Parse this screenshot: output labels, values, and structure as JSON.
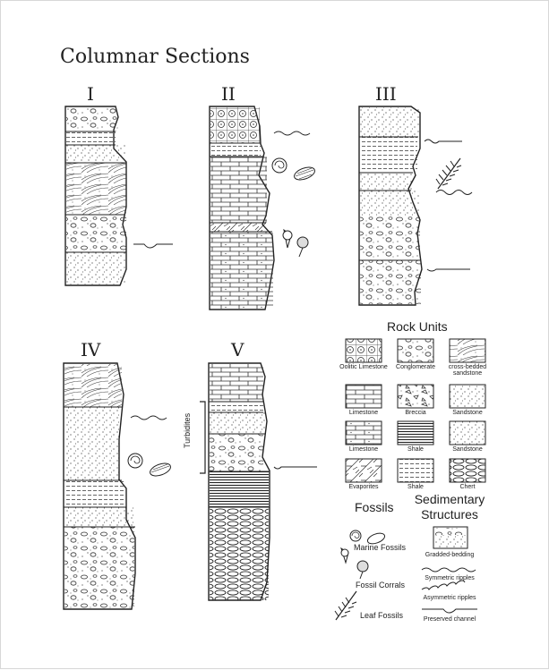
{
  "title": "Columnar Sections",
  "columns": [
    "I",
    "II",
    "III",
    "IV",
    "V"
  ],
  "turbidites_label": "Turbidites",
  "legend": {
    "rock_units_title": "Rock Units",
    "rock_units": [
      "Oolitic Limestone",
      "Conglomerate",
      "cross-bedded sandstone",
      "Limestone",
      "Breccia",
      "Sandstone",
      "Limestone",
      "Shale",
      "Sandstone",
      "Evaporites",
      "Shale",
      "Chert"
    ],
    "fossils_title": "Fossils",
    "fossils": [
      "Marine Fossils",
      "Fossil Corrals",
      "Leaf Fossils"
    ],
    "structures_title": "Sedimentary Structures",
    "structures": [
      "Gradded-bedding",
      "Symmetric ripples",
      "Asymmetric ripples",
      "Preserved channel"
    ]
  },
  "colors": {
    "ink": "#222222",
    "paper": "#ffffff"
  }
}
